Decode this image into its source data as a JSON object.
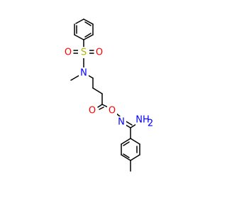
{
  "figure": {
    "kind": "chemical-structure",
    "background": "#ffffff",
    "bond_color": "#000000",
    "colors": {
      "C": "#000000",
      "N": "#0000ff",
      "O": "#ff0000",
      "S": "#b2b200"
    }
  },
  "atoms": [
    {
      "id": "s",
      "label": "S",
      "element": "S"
    },
    {
      "id": "o1",
      "label": "O",
      "element": "O"
    },
    {
      "id": "o2",
      "label": "O",
      "element": "O"
    },
    {
      "id": "n1",
      "label": "N",
      "element": "N"
    },
    {
      "id": "o3",
      "label": "O",
      "element": "O"
    },
    {
      "id": "o4",
      "label": "O",
      "element": "O"
    },
    {
      "id": "n2",
      "label": "N",
      "element": "N"
    },
    {
      "id": "nh2",
      "label": "NH",
      "sub": "2",
      "element": "N"
    }
  ]
}
